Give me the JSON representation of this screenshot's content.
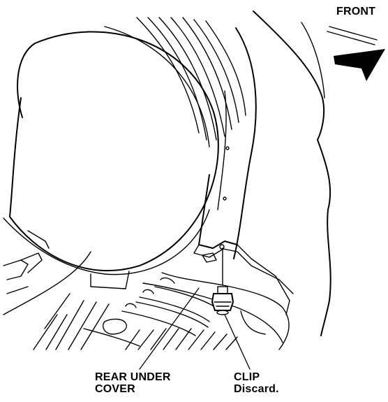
{
  "labels": {
    "front": "FRONT",
    "rear_under_cover_line1": "REAR UNDER",
    "rear_under_cover_line2": "COVER",
    "clip_line1": "CLIP",
    "clip_line2": "Discard."
  },
  "colors": {
    "ink": "#000000",
    "paper": "#ffffff"
  },
  "icons": {
    "front_direction": "arrow-icon"
  }
}
